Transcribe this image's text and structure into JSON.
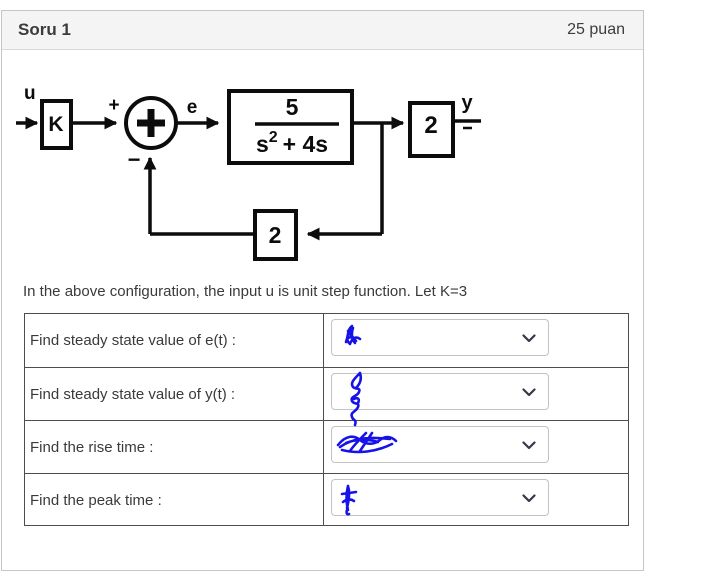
{
  "header": {
    "title": "Soru 1",
    "points": "25 puan"
  },
  "diagram": {
    "input_label": "u",
    "gain_block": "K",
    "sum_input_sign": "+",
    "sum_feedback_sign": "−",
    "error_label": "e",
    "plant_numerator": "5",
    "plant_denominator_base": "s",
    "plant_denominator_exponent": "2",
    "plant_denominator_tail": "+ 4s",
    "output_gain_block": "2",
    "output_label": "y",
    "feedback_gain_block": "2",
    "line_color": "#0c0c0c",
    "ink_color": "#1713e6"
  },
  "question": {
    "text": "In the above configuration, the input u is unit step function. Let K=3"
  },
  "table": {
    "rows": [
      {
        "label": "Find steady state value of e(t) :",
        "answer_value": ""
      },
      {
        "label": "Find steady state value of y(t) :",
        "answer_value": ""
      },
      {
        "label": "Find the rise time :",
        "answer_value": ""
      },
      {
        "label": "Find the peak time :",
        "answer_value": ""
      }
    ]
  }
}
